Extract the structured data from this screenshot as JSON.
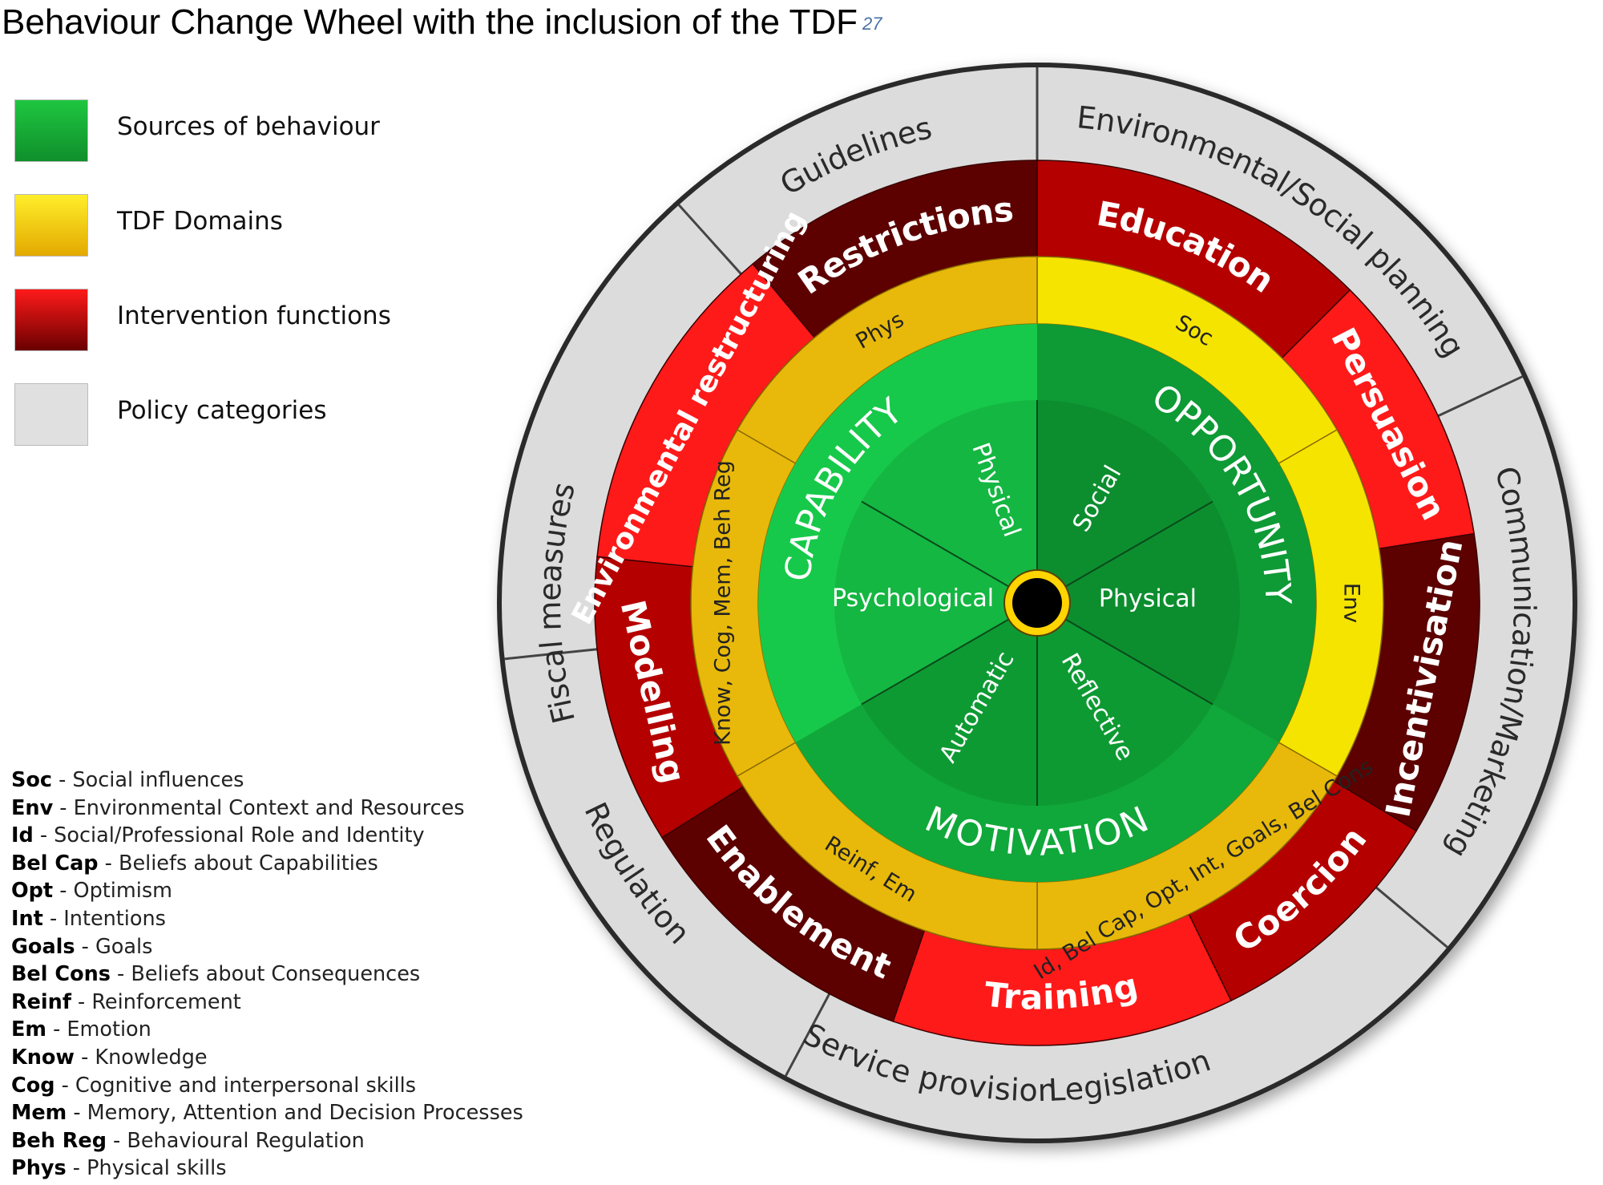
{
  "title": "Behaviour Change Wheel with the inclusion of the TDF",
  "title_ref": "27",
  "legend": [
    {
      "label": "Sources of behaviour",
      "color": "#17a63a"
    },
    {
      "label": "TDF Domains",
      "color": "#f2c200"
    },
    {
      "label": "Intervention functions",
      "color": "#c40000"
    },
    {
      "label": "Policy categories",
      "color": "#dcdcdc"
    }
  ],
  "abbreviations": [
    {
      "abbr": "Soc",
      "full": "Social influences"
    },
    {
      "abbr": "Env",
      "full": "Environmental Context and Resources"
    },
    {
      "abbr": "Id",
      "full": "Social/Professional Role and Identity"
    },
    {
      "abbr": "Bel Cap",
      "full": "Beliefs about Capabilities"
    },
    {
      "abbr": "Opt",
      "full": "Optimism"
    },
    {
      "abbr": "Int",
      "full": "Intentions"
    },
    {
      "abbr": "Goals",
      "full": "Goals"
    },
    {
      "abbr": "Bel Cons",
      "full": "Beliefs about Consequences"
    },
    {
      "abbr": "Reinf",
      "full": "Reinforcement"
    },
    {
      "abbr": "Em",
      "full": "Emotion"
    },
    {
      "abbr": "Know",
      "full": "Knowledge"
    },
    {
      "abbr": "Cog",
      "full": "Cognitive and interpersonal skills"
    },
    {
      "abbr": "Mem",
      "full": "Memory, Attention and Decision Processes"
    },
    {
      "abbr": "Beh Reg",
      "full": "Behavioural Regulation"
    },
    {
      "abbr": "Phys",
      "full": "Physical skills"
    }
  ],
  "wheel": {
    "colors": {
      "policy": "#dcdcdc",
      "intervention_bright": "#ff1a1a",
      "intervention_mid": "#b50000",
      "intervention_dark": "#5c0000",
      "tdf_yellow": "#f5e400",
      "tdf_gold": "#e8b90a",
      "source_light": "#17c94a",
      "source_dark": "#0e9a35"
    },
    "policy_categories": [
      "Environmental/Social planning",
      "Communication/Marketing",
      "Legislation",
      "Service provision",
      "Regulation",
      "Fiscal measures",
      "Guidelines"
    ],
    "intervention_functions": [
      "Education",
      "Persuasion",
      "Incentivisation",
      "Coercion",
      "Training",
      "Enablement",
      "Modelling",
      "Environmental restructuring",
      "Restrictions"
    ],
    "tdf_domains": [
      "Soc",
      "Env",
      "Id, Bel Cap, Opt, Int, Goals, Bel Cons",
      "Reinf,  Em",
      "Know, Cog, Mem, Beh Reg",
      "Phys"
    ],
    "sources": [
      "CAPABILITY",
      "OPPORTUNITY",
      "MOTIVATION"
    ],
    "components": [
      "Physical",
      "Social",
      "Physical",
      "Reflective",
      "Automatic",
      "Psychological"
    ]
  }
}
